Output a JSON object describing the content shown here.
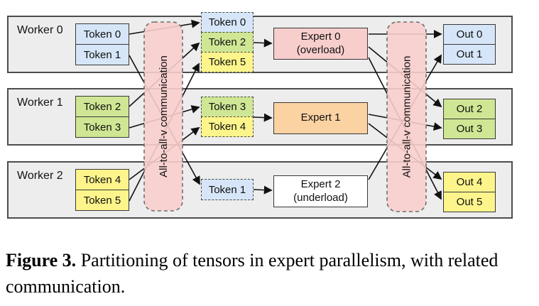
{
  "colors": {
    "row_bg": "#ededed",
    "blue": "#d6e6f8",
    "green": "#cfe794",
    "yellow": "#fdf58b",
    "pink": "#f8cecc",
    "orange": "#fbd2a2",
    "white": "#ffffff",
    "arrow": "#111111",
    "row_border": "#4d4d4d"
  },
  "diagram": {
    "comm_label": "All-to-all-v communication",
    "workers": [
      {
        "label": "Worker 0",
        "tokens": [
          "Token 0",
          "Token 1"
        ],
        "outs": [
          "Out 0",
          "Out 1"
        ]
      },
      {
        "label": "Worker 1",
        "tokens": [
          "Token 2",
          "Token 3"
        ],
        "outs": [
          "Out 2",
          "Out 3"
        ]
      },
      {
        "label": "Worker 2",
        "tokens": [
          "Token 4",
          "Token 5"
        ],
        "outs": [
          "Out 4",
          "Out 5"
        ]
      }
    ],
    "shuffled": [
      {
        "tokens": [
          "Token 0",
          "Token 2",
          "Token 5"
        ]
      },
      {
        "tokens": [
          "Token 3",
          "Token 4"
        ]
      },
      {
        "tokens": [
          "Token 1"
        ]
      }
    ],
    "experts": [
      {
        "line1": "Expert 0",
        "line2": "(overload)"
      },
      {
        "line1": "Expert 1",
        "line2": ""
      },
      {
        "line1": "Expert 2",
        "line2": "(underload)"
      }
    ]
  },
  "caption": {
    "tag": "Figure 3.",
    "text": " Partitioning of tensors in expert parallelism, with related communication."
  }
}
